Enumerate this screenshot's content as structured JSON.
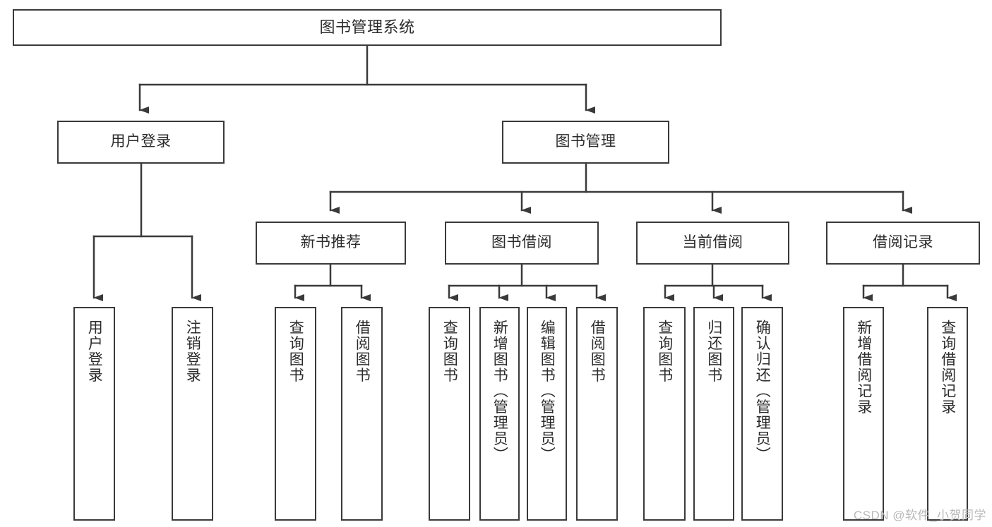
{
  "diagram": {
    "type": "tree-hierarchy",
    "title": "图书管理系统",
    "watermark": "CSDN @软件_小贺同学",
    "colors": {
      "box_border": "#3a3a3a",
      "box_fill": "#ffffff",
      "connector": "#3a3a3a",
      "text": "#2b2b2b",
      "watermark": "#b8b8b8",
      "background": "#ffffff"
    },
    "nodes": {
      "root": {
        "label": "图书管理系统",
        "level": 1
      },
      "login": {
        "label": "用户登录",
        "level": 2
      },
      "book_manage": {
        "label": "图书管理",
        "level": 2
      },
      "new_book": {
        "label": "新书推荐",
        "level": 3
      },
      "borrow": {
        "label": "图书借阅",
        "level": 3
      },
      "current_borrow": {
        "label": "当前借阅",
        "level": 3
      },
      "borrow_record": {
        "label": "借阅记录",
        "level": 3
      },
      "leaf_user_login": {
        "label": "用户登录",
        "level": 4
      },
      "leaf_logout": {
        "label": "注销登录",
        "level": 4
      },
      "leaf_query_book_1": {
        "label": "查询图书",
        "level": 4
      },
      "leaf_borrow_book_1": {
        "label": "借阅图书",
        "level": 4
      },
      "leaf_query_book_2": {
        "label": "查询图书",
        "level": 4
      },
      "leaf_add_book": {
        "label": "新增图书（管理员）",
        "level": 4
      },
      "leaf_edit_book": {
        "label": "编辑图书（管理员）",
        "level": 4
      },
      "leaf_borrow_book_2": {
        "label": "借阅图书",
        "level": 4
      },
      "leaf_query_book_3": {
        "label": "查询图书",
        "level": 4
      },
      "leaf_return_book": {
        "label": "归还图书",
        "level": 4
      },
      "leaf_confirm_return": {
        "label": "确认归还（管理员）",
        "level": 4
      },
      "leaf_add_record": {
        "label": "新增借阅记录",
        "level": 4
      },
      "leaf_query_record": {
        "label": "查询借阅记录",
        "level": 4
      }
    }
  }
}
